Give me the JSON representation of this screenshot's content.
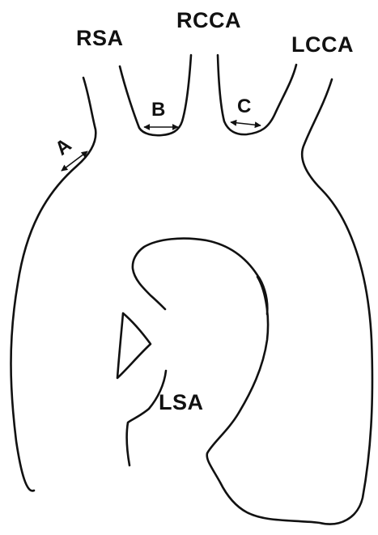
{
  "labels": {
    "rsa": "RSA",
    "rcca": "RCCA",
    "lcca": "LCCA",
    "lsa": "LSA"
  },
  "measurements": {
    "a": "A",
    "b": "B",
    "c": "C"
  },
  "colors": {
    "line": "#111111",
    "background": "#ffffff"
  }
}
